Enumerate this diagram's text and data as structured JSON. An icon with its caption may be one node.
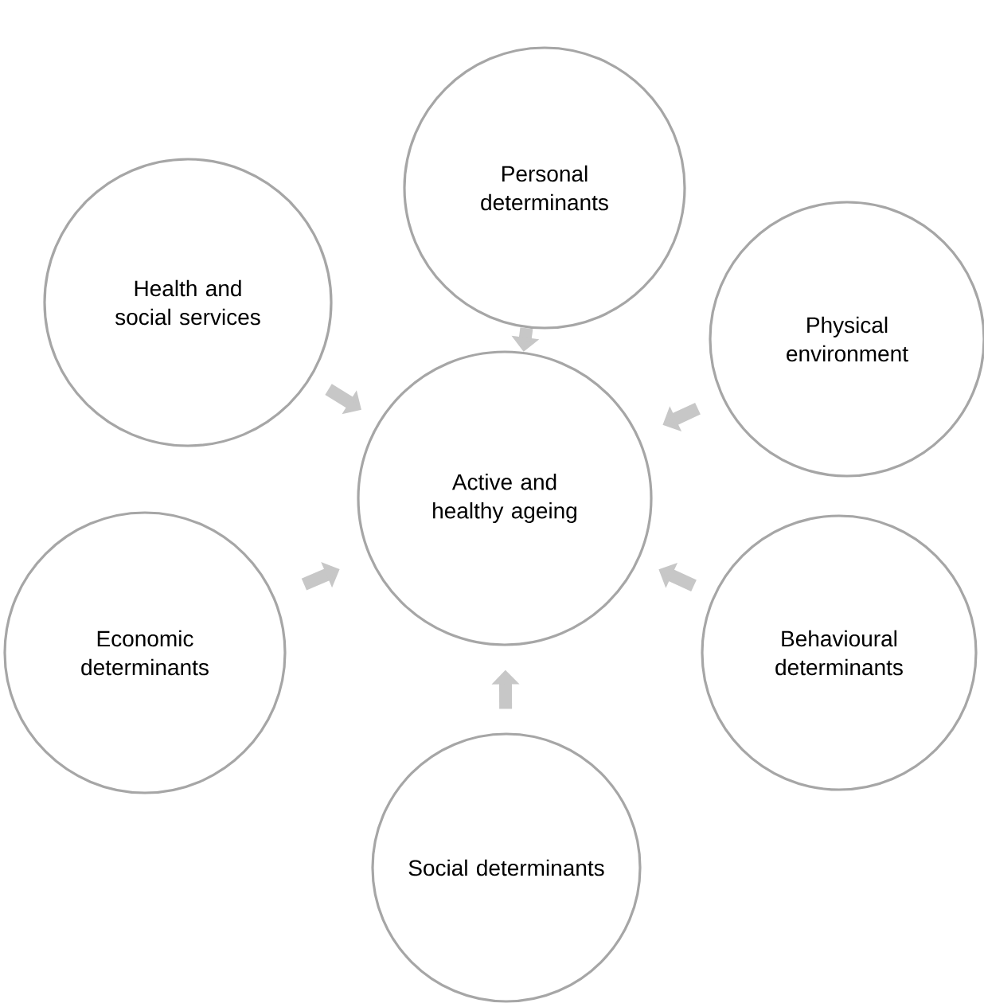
{
  "diagram": {
    "nodes": [
      {
        "text": [
          "Personal determinants"
        ]
      },
      {
        "text": [
          "Health and social services"
        ]
      },
      {
        "text": [
          "Physical environment"
        ]
      },
      {
        "text": [
          "Active and healthy ageing"
        ]
      },
      {
        "text": [
          "Economic determinants"
        ]
      },
      {
        "text": [
          "Behavioural determinants"
        ]
      },
      {
        "text": [
          "Social determinants"
        ]
      }
    ],
    "edges": [
      {
        "from": 0,
        "to": 3,
        "arrow": "to"
      },
      {
        "from": 1,
        "to": 3,
        "arrow": "to"
      },
      {
        "from": 2,
        "to": 3,
        "arrow": "to"
      },
      {
        "from": 4,
        "to": 3,
        "arrow": "to"
      },
      {
        "from": 5,
        "to": 3,
        "arrow": "to"
      },
      {
        "from": 6,
        "to": 3,
        "arrow": "to"
      }
    ]
  }
}
